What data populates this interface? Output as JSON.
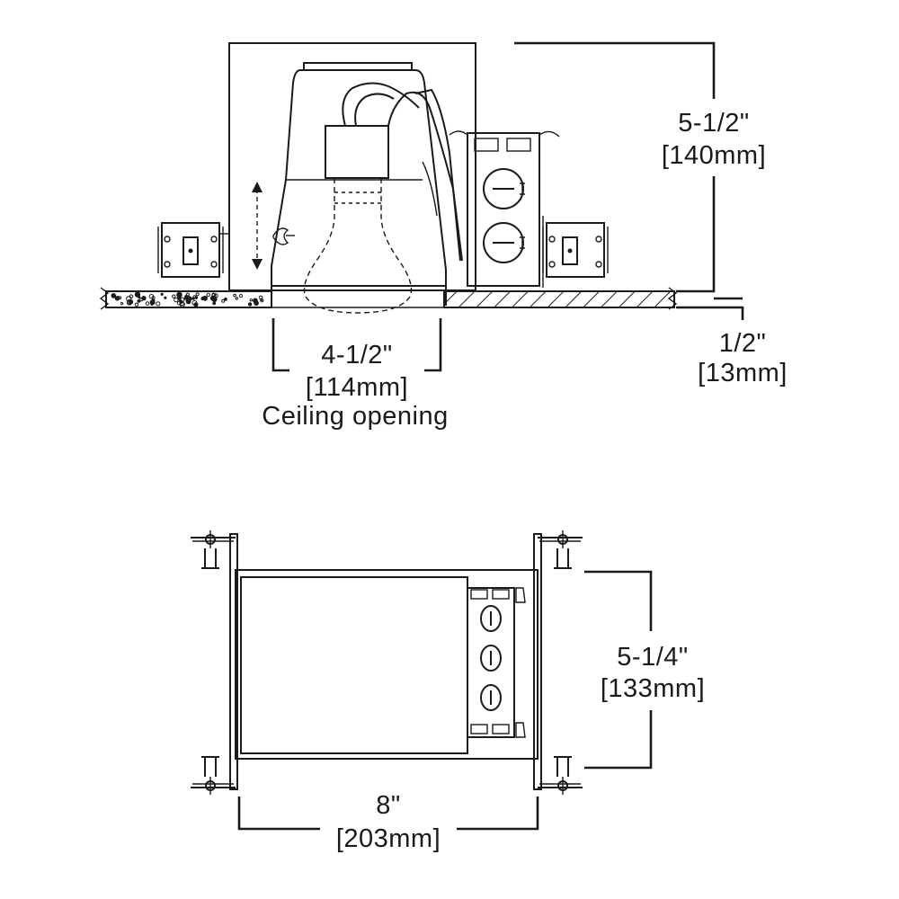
{
  "side_view": {
    "height_dim": {
      "imperial": "5-1/2\"",
      "metric": "[140mm]"
    },
    "ceiling_thickness_dim": {
      "imperial": "1/2\"",
      "metric": "[13mm]"
    },
    "opening_dim": {
      "imperial": "4-1/2\"",
      "metric": "[114mm]",
      "caption": "Ceiling opening"
    }
  },
  "top_view": {
    "width_dim": {
      "imperial": "8\"",
      "metric": "[203mm]"
    },
    "depth_dim": {
      "imperial": "5-1/4\"",
      "metric": "[133mm]"
    }
  },
  "colors": {
    "line": "#1a1a1a",
    "background": "#ffffff"
  }
}
